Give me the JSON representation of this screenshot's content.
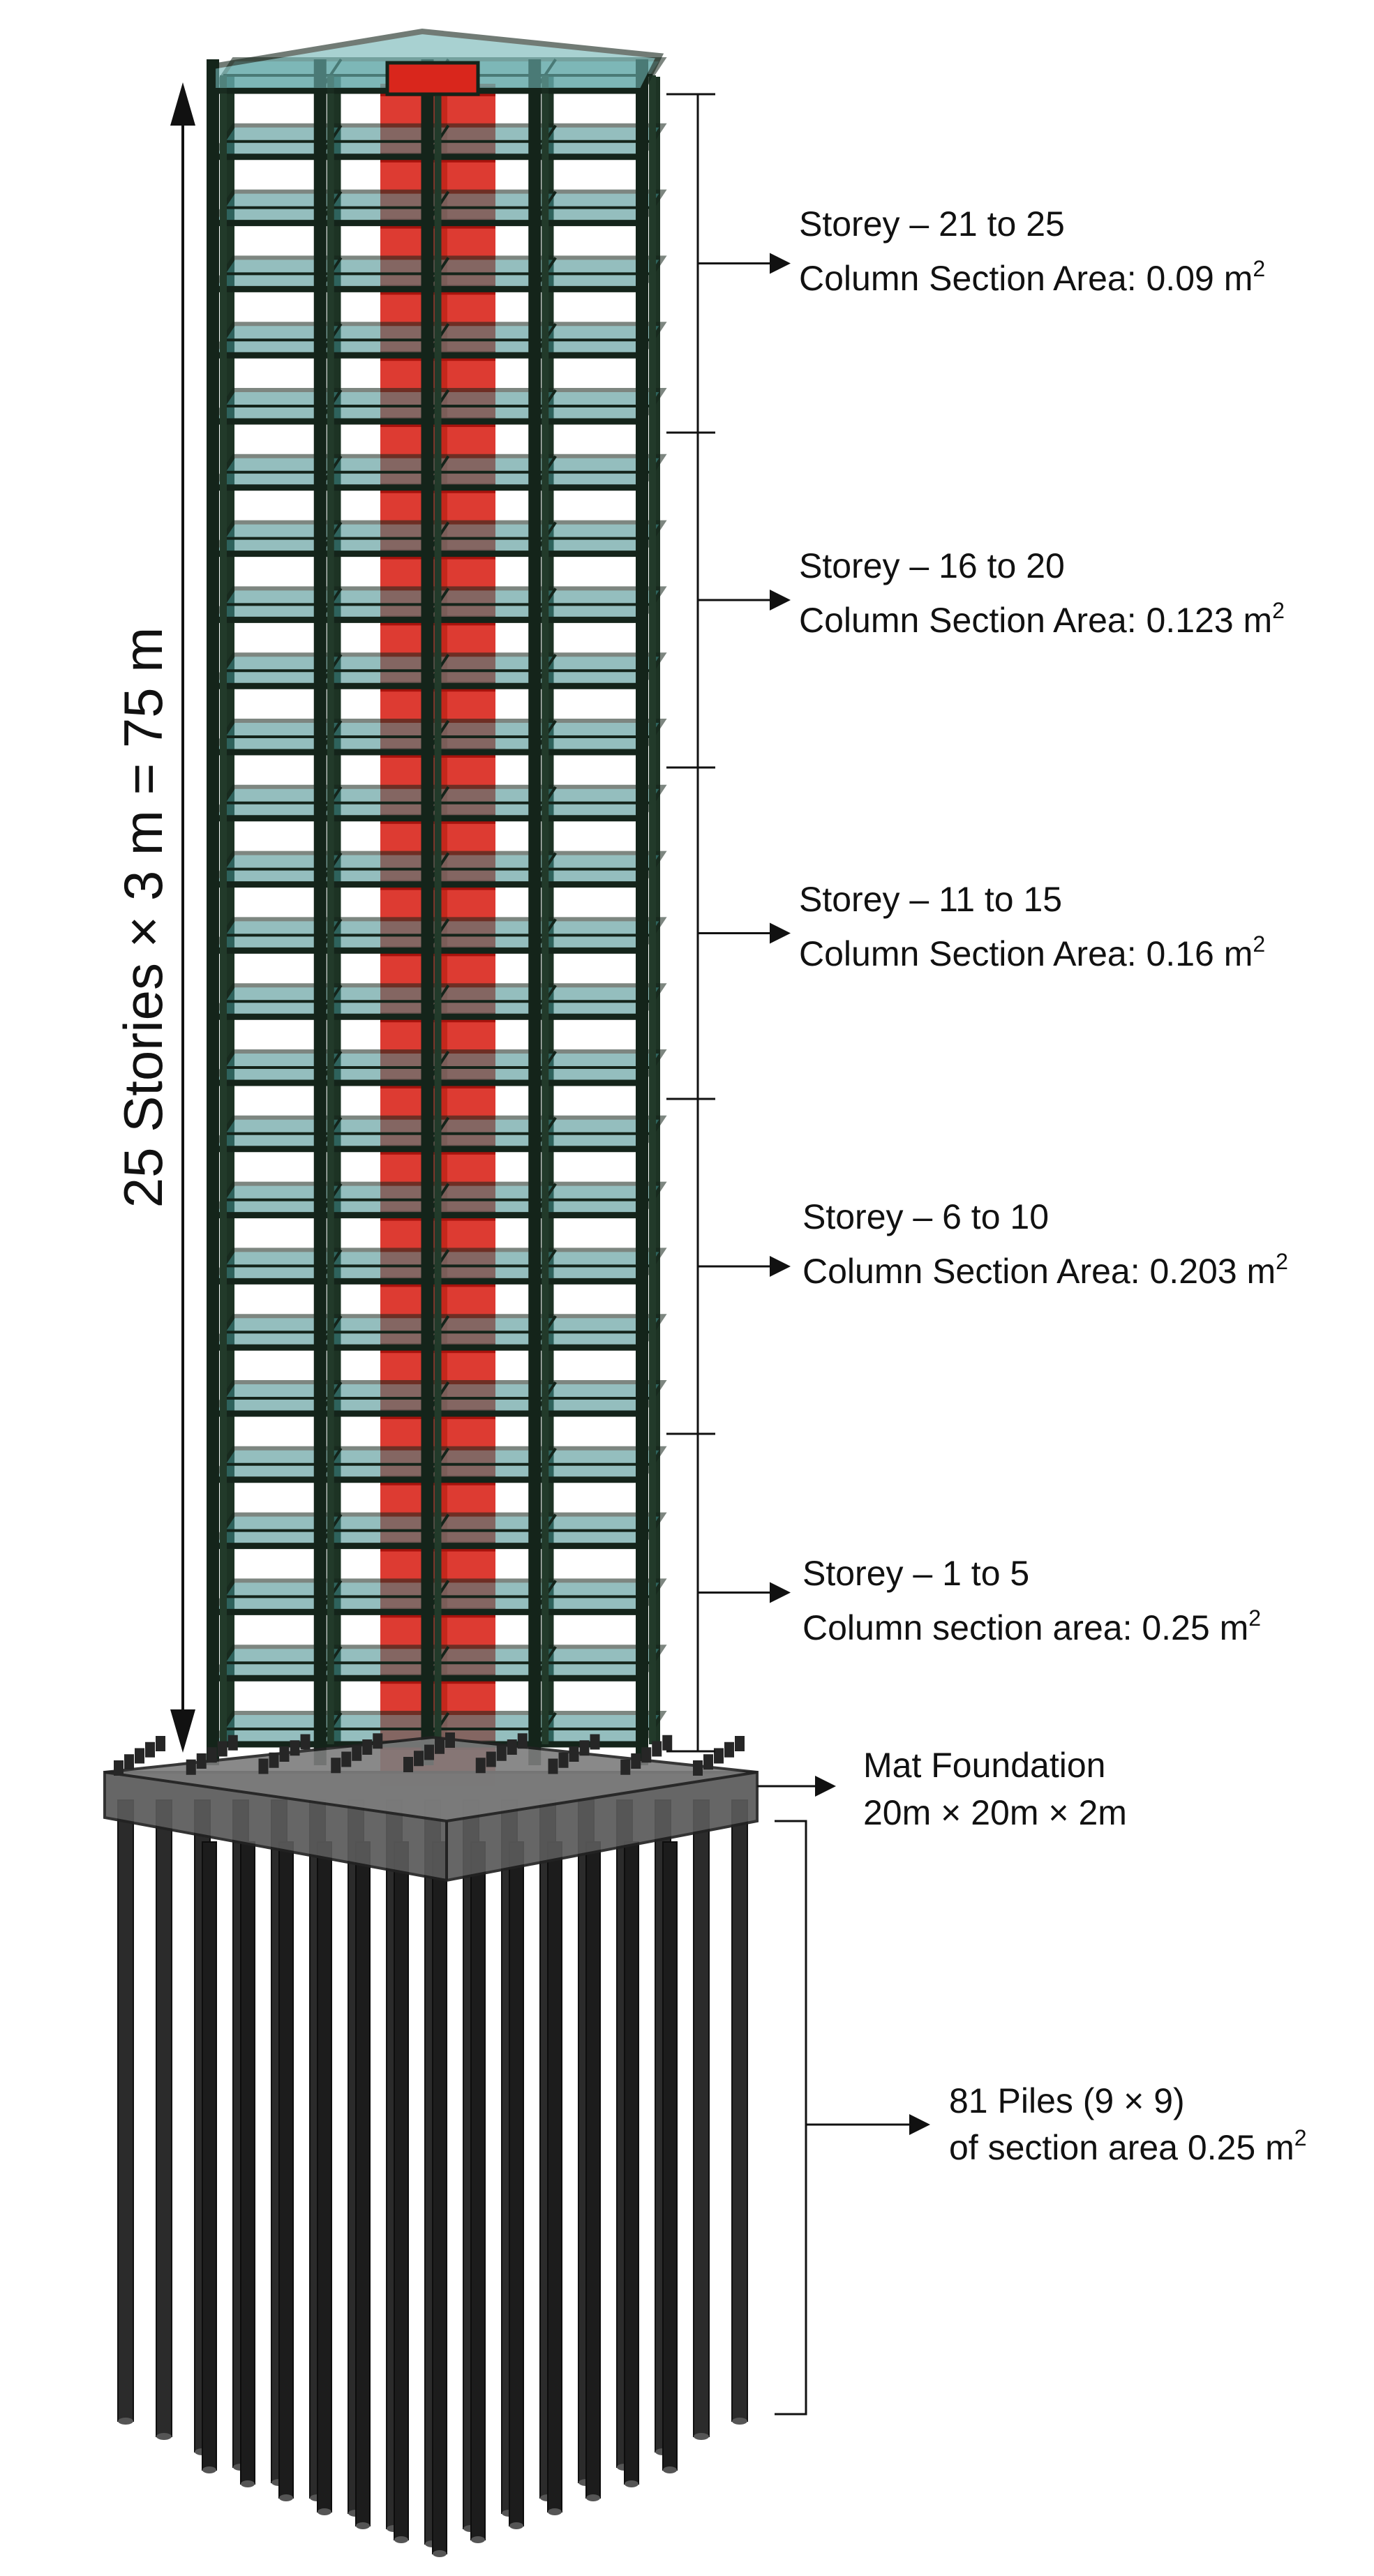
{
  "height_label": "25 Stories × 3 m  = 75 m",
  "storey_groups": [
    {
      "storey": "Storey – 21 to 25",
      "area_prefix": "Column Section Area: ",
      "area_value": "0.09 m",
      "area_exp": "2"
    },
    {
      "storey": "Storey – 16 to 20",
      "area_prefix": "Column Section Area: ",
      "area_value": "0.123 m",
      "area_exp": "2"
    },
    {
      "storey": "Storey – 11 to 15",
      "area_prefix": "Column Section Area: ",
      "area_value": "0.16 m",
      "area_exp": "2"
    },
    {
      "storey": "Storey – 6 to 10",
      "area_prefix": "Column Section Area: ",
      "area_value": "0.203 m",
      "area_exp": "2"
    },
    {
      "storey": "Storey – 1 to 5",
      "area_prefix": "Column section area: ",
      "area_value": "0.25 m",
      "area_exp": "2"
    }
  ],
  "foundation": {
    "title": "Mat Foundation",
    "dims": "20m × 20m × 2m"
  },
  "piles": {
    "title": "81 Piles (9 × 9)",
    "detail": "of section area 0.25 m",
    "detail_exp": "2"
  },
  "colors": {
    "frame": "#14241a",
    "slab": "#3d8a8a",
    "slab_light": "#6fb3b3",
    "core": "#d9261c",
    "core_dark": "#a8130d",
    "mat": "#5a5a5a",
    "mat_top": "#7d7d7d",
    "pile": "#2b2b2b",
    "line": "#111111"
  }
}
